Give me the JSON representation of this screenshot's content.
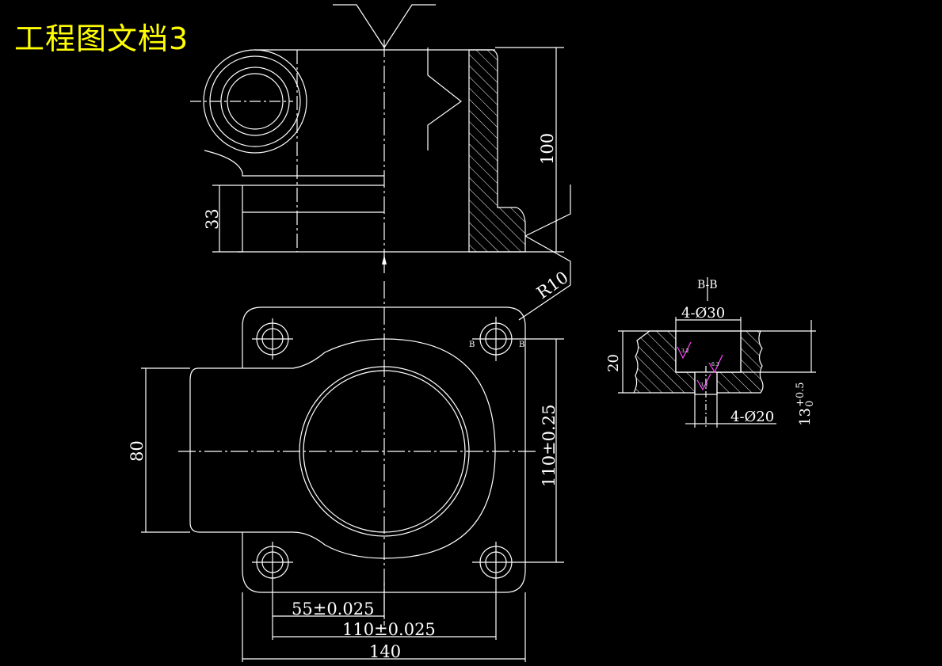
{
  "title": "工程图文档3",
  "colors": {
    "background": "#000000",
    "lines": "#ffffff",
    "title": "#ffff00",
    "roughness": "#ff44ff"
  },
  "dimensions": {
    "top_height": "100",
    "flange": "33",
    "radius": "R10",
    "left_width": "80",
    "right_height": "110±0.25",
    "half_spacing": "55±0.025",
    "hole_spacing": "110±0.025",
    "total_width": "140"
  },
  "section": {
    "label": "B-B",
    "top_hole": "4-Ø30",
    "bottom_hole": "4-Ø20",
    "depth": "20",
    "thickness": "13",
    "tol_plus": "+0.5",
    "tol_zero": "0",
    "mark_b": "B",
    "roughness": [
      "3.2",
      "6.3",
      "3.2"
    ]
  }
}
